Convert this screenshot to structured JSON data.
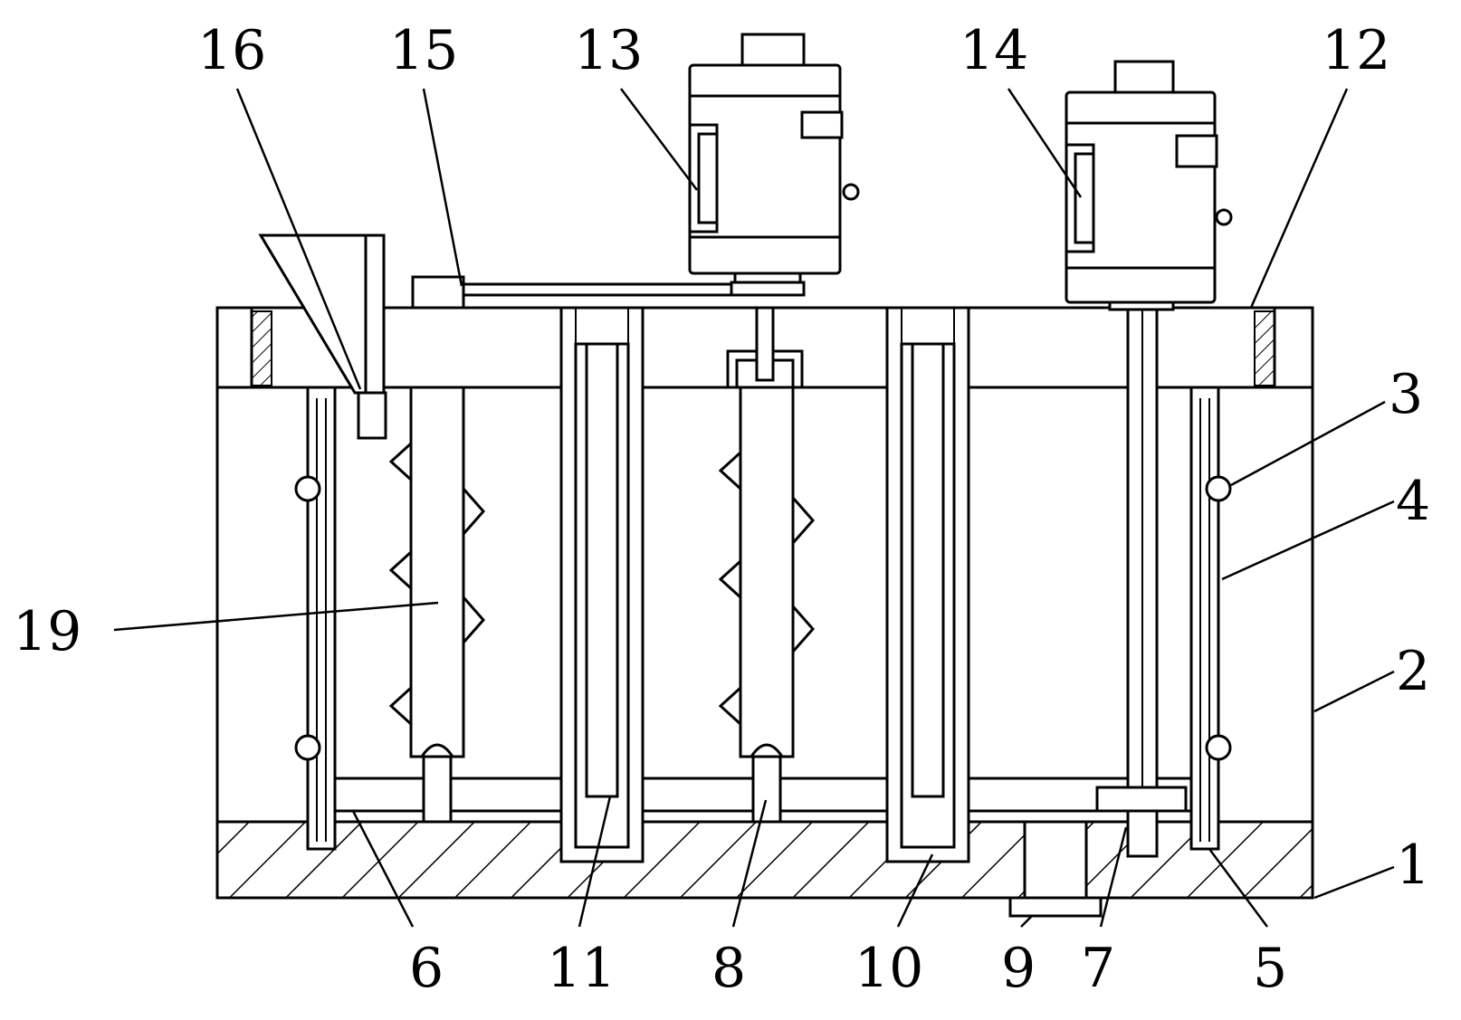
{
  "labels": {
    "l1": "1",
    "l2": "2",
    "l3": "3",
    "l4": "4",
    "l5": "5",
    "l6": "6",
    "l7": "7",
    "l8": "8",
    "l9": "9",
    "l10": "10",
    "l11": "11",
    "l12": "12",
    "l13": "13",
    "l14": "14",
    "l15": "15",
    "l16": "16",
    "l19": "19"
  }
}
